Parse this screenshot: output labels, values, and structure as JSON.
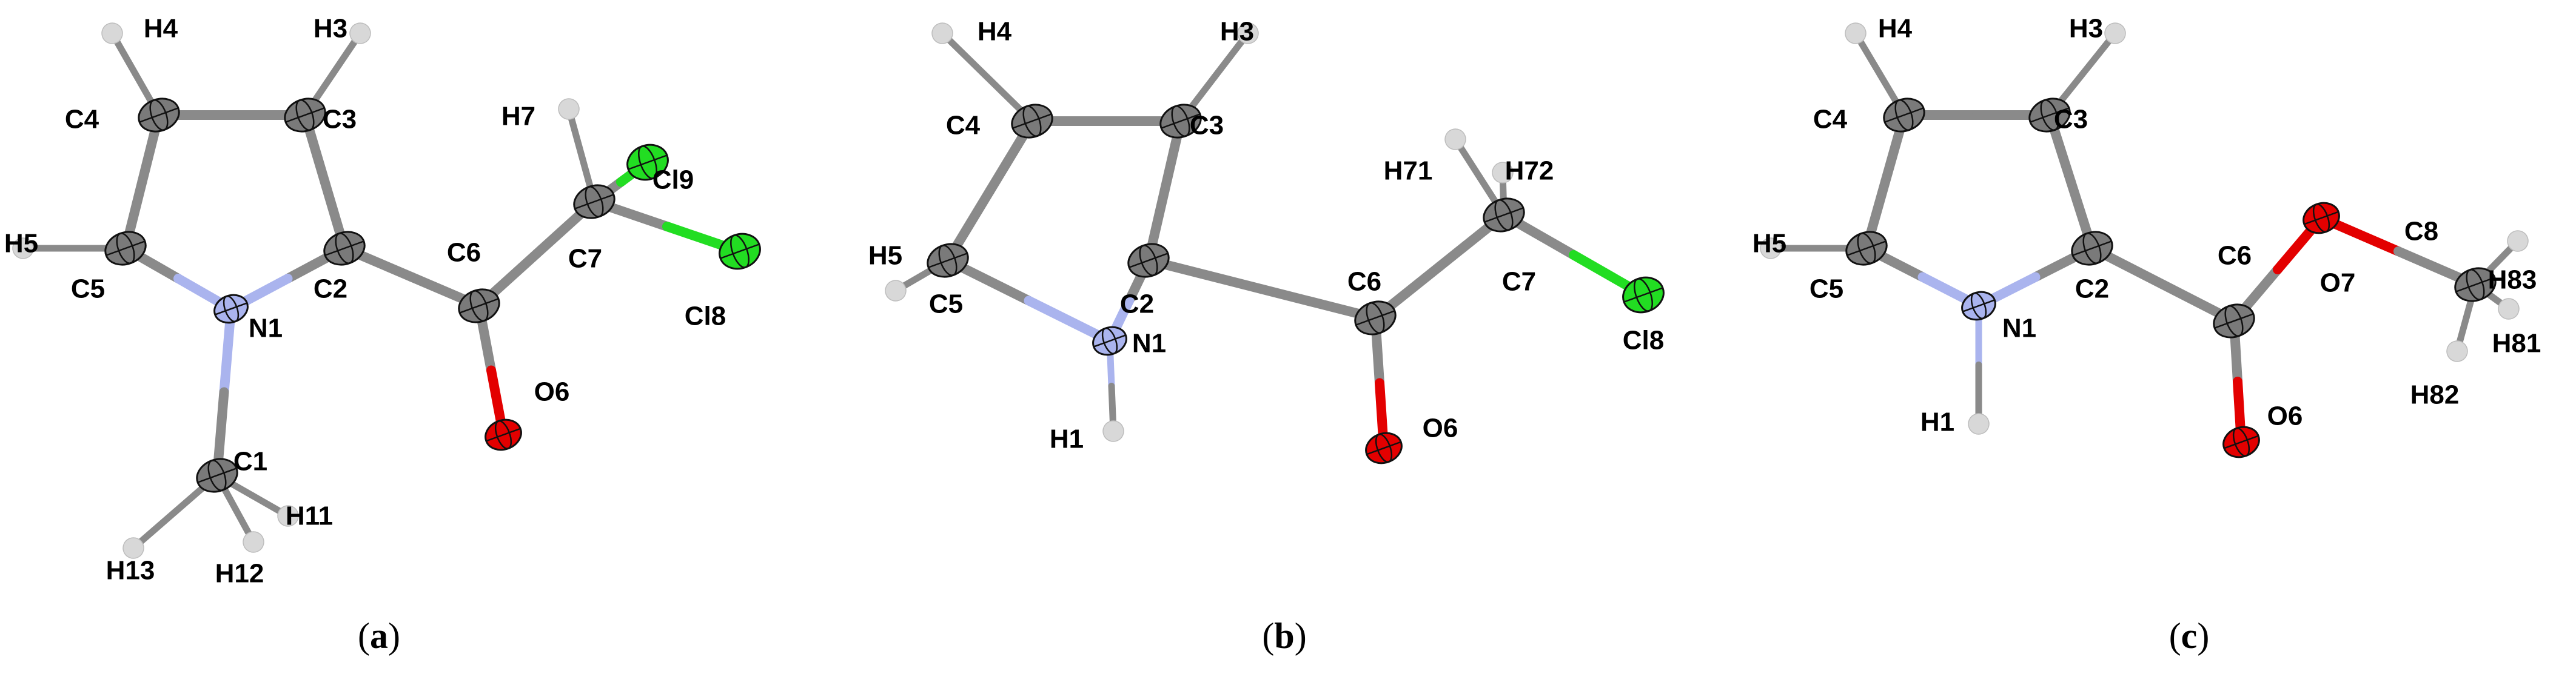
{
  "colors": {
    "carbon": "#7a7a7a",
    "nitrogen": "#aab4ee",
    "oxygen": "#e30000",
    "chlorine": "#22dd22",
    "hydrogen": "#d8d8d8",
    "bond": "#8a8a8a"
  },
  "panels": [
    {
      "id": "a",
      "caption": {
        "open": "(",
        "letter": "a",
        "close": ")"
      },
      "atoms": [
        {
          "label": "H4",
          "element": "H"
        },
        {
          "label": "H3",
          "element": "H"
        },
        {
          "label": "C4",
          "element": "C"
        },
        {
          "label": "C3",
          "element": "C"
        },
        {
          "label": "H7",
          "element": "H"
        },
        {
          "label": "Cl9",
          "element": "Cl"
        },
        {
          "label": "H5",
          "element": "H"
        },
        {
          "label": "C6",
          "element": "C"
        },
        {
          "label": "C7",
          "element": "C"
        },
        {
          "label": "C5",
          "element": "C"
        },
        {
          "label": "C2",
          "element": "C"
        },
        {
          "label": "Cl8",
          "element": "Cl"
        },
        {
          "label": "N1",
          "element": "N"
        },
        {
          "label": "O6",
          "element": "O"
        },
        {
          "label": "C1",
          "element": "C"
        },
        {
          "label": "H11",
          "element": "H"
        },
        {
          "label": "H13",
          "element": "H"
        },
        {
          "label": "H12",
          "element": "H"
        }
      ]
    },
    {
      "id": "b",
      "caption": {
        "open": "(",
        "letter": "b",
        "close": ")"
      },
      "atoms": [
        {
          "label": "H4",
          "element": "H"
        },
        {
          "label": "H3",
          "element": "H"
        },
        {
          "label": "C4",
          "element": "C"
        },
        {
          "label": "C3",
          "element": "C"
        },
        {
          "label": "H71",
          "element": "H"
        },
        {
          "label": "H72",
          "element": "H"
        },
        {
          "label": "H5",
          "element": "H"
        },
        {
          "label": "C6",
          "element": "C"
        },
        {
          "label": "C7",
          "element": "C"
        },
        {
          "label": "C5",
          "element": "C"
        },
        {
          "label": "C2",
          "element": "C"
        },
        {
          "label": "N1",
          "element": "N"
        },
        {
          "label": "Cl8",
          "element": "Cl"
        },
        {
          "label": "H1",
          "element": "H"
        },
        {
          "label": "O6",
          "element": "O"
        }
      ]
    },
    {
      "id": "c",
      "caption": {
        "open": "(",
        "letter": "c",
        "close": ")"
      },
      "atoms": [
        {
          "label": "H4",
          "element": "H"
        },
        {
          "label": "H3",
          "element": "H"
        },
        {
          "label": "C4",
          "element": "C"
        },
        {
          "label": "C3",
          "element": "C"
        },
        {
          "label": "C8",
          "element": "C"
        },
        {
          "label": "H83",
          "element": "H"
        },
        {
          "label": "H5",
          "element": "H"
        },
        {
          "label": "C6",
          "element": "C"
        },
        {
          "label": "O7",
          "element": "O"
        },
        {
          "label": "C5",
          "element": "C"
        },
        {
          "label": "C2",
          "element": "C"
        },
        {
          "label": "H81",
          "element": "H"
        },
        {
          "label": "N1",
          "element": "N"
        },
        {
          "label": "H1",
          "element": "H"
        },
        {
          "label": "O6",
          "element": "O"
        },
        {
          "label": "H82",
          "element": "H"
        }
      ]
    }
  ]
}
